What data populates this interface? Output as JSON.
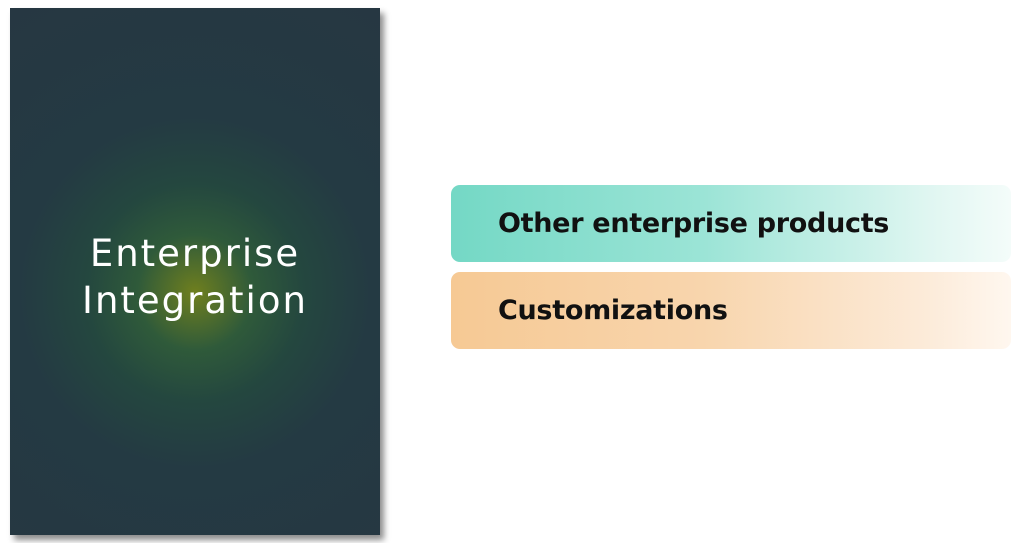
{
  "title_card": {
    "line1": "Enterprise",
    "line2": "Integration"
  },
  "items": [
    {
      "label": "Other enterprise products",
      "color": "#74d8c5"
    },
    {
      "label": "Customizations",
      "color": "#f6c994"
    }
  ]
}
